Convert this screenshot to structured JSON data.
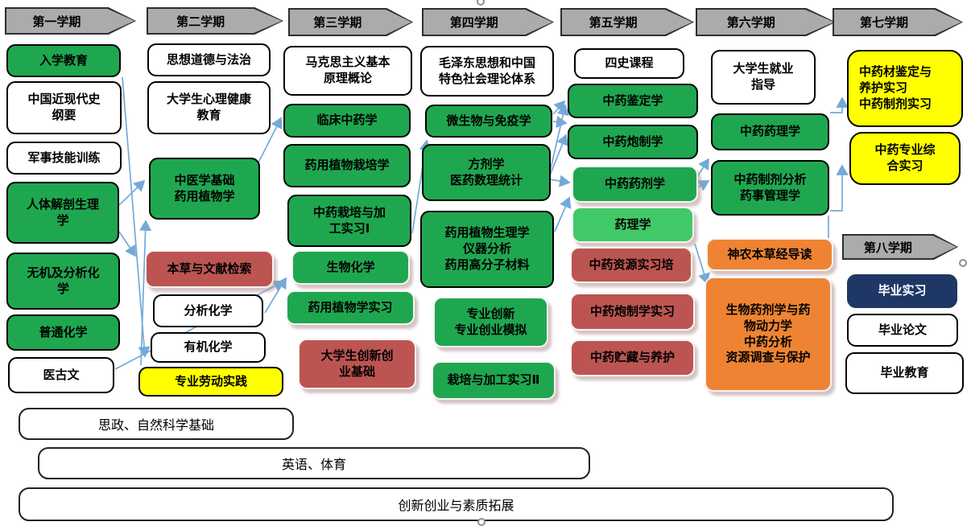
{
  "palette": {
    "green": "#1FA750",
    "light_green": "#41C967",
    "red": "#BC5551",
    "orange": "#EE8433",
    "yellow": "#FFFF00",
    "navy": "#1F3765",
    "header_gray": "#ABABAB",
    "arrow_blue": "#74A9D8",
    "white": "#FFFFFF"
  },
  "semesters": [
    {
      "label": "第一学期"
    },
    {
      "label": "第二学期"
    },
    {
      "label": "第三学期"
    },
    {
      "label": "第四学期"
    },
    {
      "label": "第五学期"
    },
    {
      "label": "第六学期"
    },
    {
      "label": "第七学期"
    },
    {
      "label": "第八学期"
    }
  ],
  "courses": {
    "s1": [
      "入学教育",
      "中国近现代史\n纲要",
      "军事技能训练",
      "人体解剖生理\n学",
      "无机及分析化\n学",
      "普通化学",
      "医古文"
    ],
    "s2": [
      "思想道德与法治",
      "大学生心理健康\n教育",
      "中医学基础\n药用植物学",
      "本草与文献检索",
      "分析化学",
      "有机化学",
      "专业劳动实践"
    ],
    "s3": [
      "马克思主义基本\n原理概论",
      "临床中药学",
      "药用植物栽培学",
      "中药栽培与加\n工实习Ⅰ",
      "生物化学",
      "药用植物学实习",
      "大学生创新创\n业基础"
    ],
    "s4": [
      "毛泽东思想和中国\n特色社会理论体系",
      "微生物与免疫学",
      "方剂学\n医药数理统计",
      "药用植物生理学\n仪器分析\n药用高分子材料",
      "专业创新\n专业创业模拟",
      "栽培与加工实习Ⅱ"
    ],
    "s5": [
      "四史课程",
      "中药鉴定学",
      "中药炮制学",
      "中药药剂学",
      "药理学",
      "中药资源实习培",
      "中药炮制学实习",
      "中药贮藏与养护"
    ],
    "s6": [
      "大学生就业\n指导",
      "中药药理学",
      "中药制剂分析\n药事管理学",
      "神农本草经导读",
      "生物药剂学与药\n物动力学\n中药分析\n资源调查与保护"
    ],
    "s7": [
      "中药材鉴定与\n养护实习\n中药制剂实习",
      "中药专业综\n合实习"
    ],
    "s8": [
      "毕业实习",
      "毕业论文",
      "毕业教育"
    ]
  },
  "bands": [
    "思政、自然科学基础",
    "英语、体育",
    "创新创业与素质拓展"
  ]
}
